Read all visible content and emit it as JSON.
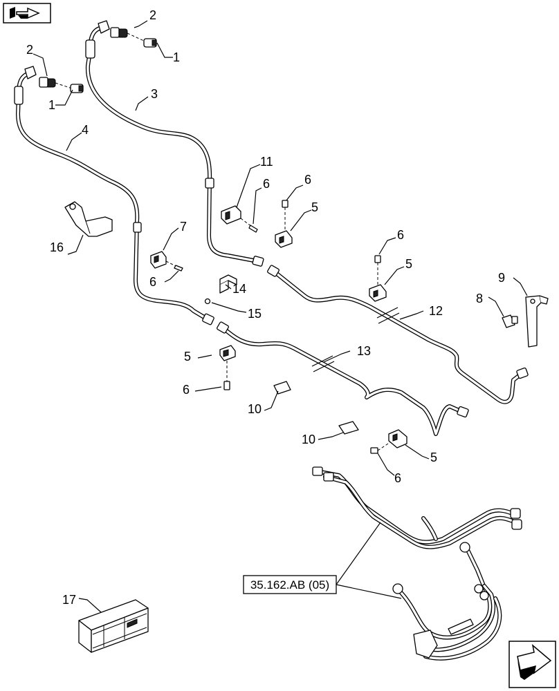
{
  "labels": {
    "p1a": "1",
    "p1b": "1",
    "p2a": "2",
    "p2b": "2",
    "p3": "3",
    "p4": "4",
    "p5a": "5",
    "p5b": "5",
    "p5c": "5",
    "p5d": "5",
    "p6a": "6",
    "p6b": "6",
    "p6c": "6",
    "p6d": "6",
    "p6e": "6",
    "p6f": "6",
    "p7": "7",
    "p8": "8",
    "p9": "9",
    "p10a": "10",
    "p10b": "10",
    "p11": "11",
    "p12": "12",
    "p13": "13",
    "p14": "14",
    "p15": "15",
    "p16": "16",
    "p17": "17"
  },
  "reference_box": "35.162.AB (05)",
  "icons": {
    "top_left": "previous-page-icon",
    "bottom_right": "next-page-icon"
  }
}
